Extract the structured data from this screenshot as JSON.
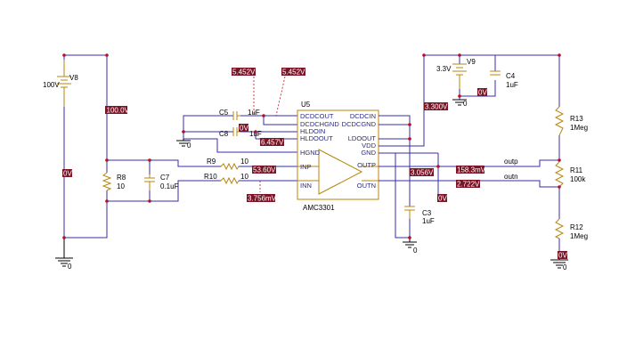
{
  "components": {
    "v8": {
      "ref": "V8",
      "value": "100V"
    },
    "v9": {
      "ref": "V9",
      "value": "3.3V"
    },
    "r8": {
      "ref": "R8",
      "value": "10"
    },
    "c7": {
      "ref": "C7",
      "value": "0.1uF"
    },
    "c5": {
      "ref": "C5",
      "value": "1uF"
    },
    "c8": {
      "ref": "C8",
      "value": "1uF"
    },
    "r9": {
      "ref": "R9",
      "value": "10"
    },
    "r10": {
      "ref": "R10",
      "value": "10"
    },
    "c3": {
      "ref": "C3",
      "value": "1uF"
    },
    "c4": {
      "ref": "C4",
      "value": "1uF"
    },
    "r13": {
      "ref": "R13",
      "value": "1Meg"
    },
    "r11": {
      "ref": "R11",
      "value": "100k"
    },
    "r12": {
      "ref": "R12",
      "value": "1Meg"
    }
  },
  "ic": {
    "ref": "U5",
    "part": "AMC3301",
    "left_pins": [
      "DCDCOUT",
      "DCDCHGND",
      "HLDOIN",
      "HLDOOUT",
      "HGND",
      "INP",
      "INN"
    ],
    "right_pins": [
      "DCDCIN",
      "DCDCGND",
      "LDOOUT",
      "VDD",
      "GND",
      "OUTP",
      "OUTN"
    ]
  },
  "nets": {
    "outp": "outp",
    "outn": "outn"
  },
  "ground": "0",
  "probes": {
    "v100": "100.0V",
    "v0_left": "0V",
    "v5452_a": "5.452V",
    "v5452_b": "5.452V",
    "v0_c5": "0V",
    "v6457": "6.457V",
    "v5360": "53.60V",
    "v3756": "3.756mV",
    "v3300": "3.300V",
    "v0_c4": "0V",
    "v3056": "3.056V",
    "v0_mid": "0V",
    "v1583": "158.3mV",
    "v2722": "2.722V",
    "v0_right": "0V"
  }
}
